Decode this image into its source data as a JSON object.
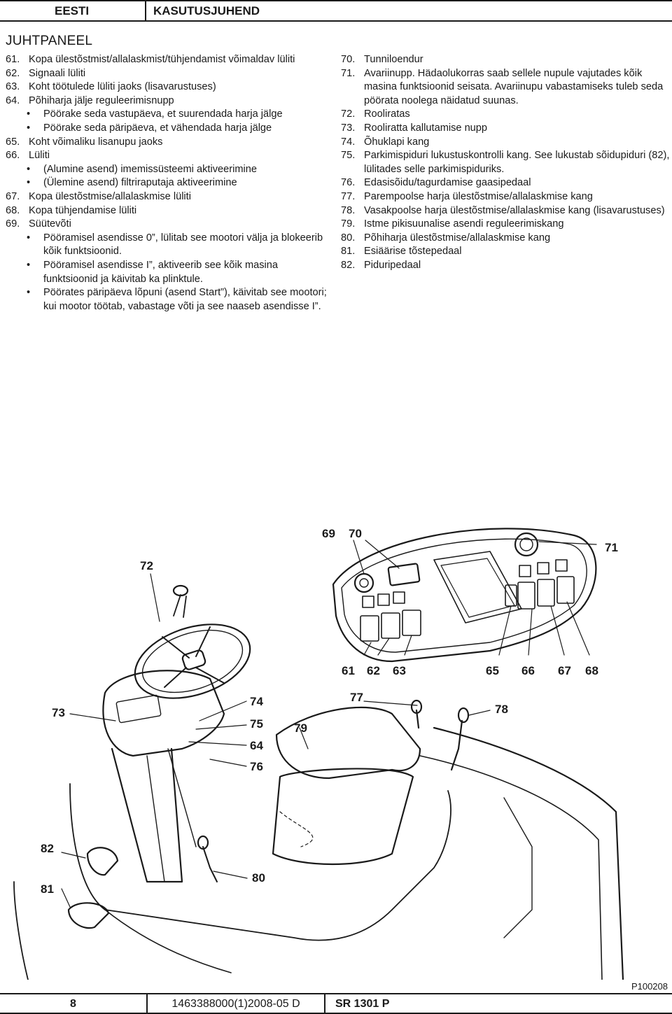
{
  "header": {
    "language": "EESTI",
    "document_type": "KASUTUSJUHEND"
  },
  "section_title": "JUHTPANEEL",
  "left_items": [
    {
      "num": "61.",
      "text": "Kopa ülestõstmist/allalaskmist/tühjendamist võimaldav lüliti",
      "subs": []
    },
    {
      "num": "62.",
      "text": "Signaali lüliti",
      "subs": []
    },
    {
      "num": "63.",
      "text": "Koht töötulede lüliti jaoks (lisavarustuses)",
      "subs": []
    },
    {
      "num": "64.",
      "text": "Põhiharja jälje reguleerimisnupp",
      "subs": [
        "Pöörake seda vastupäeva, et suurendada harja jälge",
        "Pöörake seda päripäeva, et vähendada harja jälge"
      ]
    },
    {
      "num": "65.",
      "text": "Koht võimaliku lisanupu jaoks",
      "subs": []
    },
    {
      "num": "66.",
      "text": "Lüliti",
      "subs": [
        "(Alumine asend) imemissüsteemi aktiveerimine",
        "(Ülemine asend) filtriraputaja aktiveerimine"
      ]
    },
    {
      "num": "67.",
      "text": "Kopa ülestõstmise/allalaskmise lüliti",
      "subs": []
    },
    {
      "num": "68.",
      "text": "Kopa tühjendamise lüliti",
      "subs": []
    },
    {
      "num": "69.",
      "text": "Süütevõti",
      "subs": [
        "Pööramisel asendisse 0”, lülitab see mootori välja ja blokeerib kõik funktsioonid.",
        "Pööramisel asendisse I”, aktiveerib see kõik masina funktsioonid ja käivitab ka plinktule.",
        "Pöörates päripäeva lõpuni (asend Start”), käivitab see mootori; kui mootor töötab, vabastage võti ja see naaseb asendisse I”."
      ]
    }
  ],
  "right_items": [
    {
      "num": "70.",
      "text": "Tunniloendur"
    },
    {
      "num": "71.",
      "text": "Avariinupp. Hädaolukorras saab sellele nupule vajutades kõik masina funktsioonid seisata. Avariinupu vabastamiseks tuleb seda pöörata noolega näidatud suunas."
    },
    {
      "num": "72.",
      "text": "Rooliratas"
    },
    {
      "num": "73.",
      "text": "Rooliratta kallutamise nupp"
    },
    {
      "num": "74.",
      "text": "Õhuklapi kang"
    },
    {
      "num": "75.",
      "text": "Parkimispiduri lukustuskontrolli kang. See lukustab sõidupiduri (82), lülitades selle parkimispiduriks."
    },
    {
      "num": "76.",
      "text": "Edasisõidu/tagurdamise gaasipedaal"
    },
    {
      "num": "77.",
      "text": "Parempoolse harja ülestõstmise/allalaskmise kang"
    },
    {
      "num": "78.",
      "text": "Vasakpoolse harja ülestõstmise/allalaskmise kang (lisavarustuses)"
    },
    {
      "num": "79.",
      "text": "Istme pikisuunalise asendi reguleerimiskang"
    },
    {
      "num": "80.",
      "text": "Põhiharja ülestõstmise/allalaskmise kang"
    },
    {
      "num": "81.",
      "text": "Esiäärise tõstepedaal"
    },
    {
      "num": "82.",
      "text": "Piduripedaal"
    }
  ],
  "figure": {
    "callouts": [
      "69",
      "70",
      "71",
      "72",
      "61",
      "62",
      "63",
      "65",
      "66",
      "67",
      "68",
      "73",
      "74",
      "75",
      "64",
      "76",
      "77",
      "78",
      "79",
      "82",
      "80",
      "81"
    ],
    "code": "P100208"
  },
  "footer": {
    "page": "8",
    "doc_code": "1463388000(1)2008-05 D",
    "model": "SR 1301 P"
  }
}
